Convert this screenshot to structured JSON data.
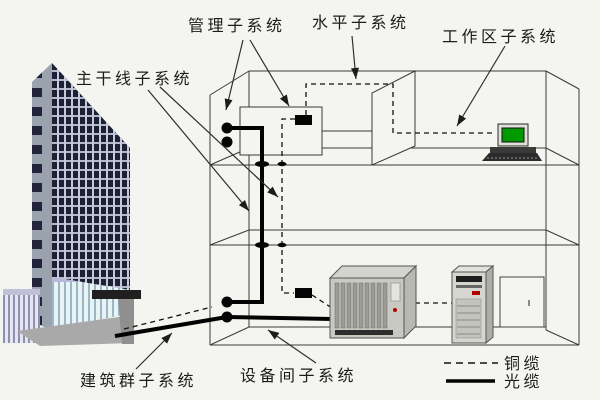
{
  "scene": {
    "background_color": "#f4f4f1",
    "line_color": "#3a3a3a",
    "cable_color": "#000000"
  },
  "labels": {
    "management": "管理子系统",
    "horizontal": "水平子系统",
    "work_area": "工作区子系统",
    "backbone": "主干线子系统",
    "campus": "建筑群子系统",
    "equipment_room": "设备间子系统"
  },
  "legend": {
    "copper_label": "铜缆",
    "copper_style": "dashed",
    "fiber_label": "光缆",
    "fiber_style": "solid"
  },
  "icons": {
    "computer_screen_color": "#009900",
    "indicator_red_color": "#b00000"
  }
}
